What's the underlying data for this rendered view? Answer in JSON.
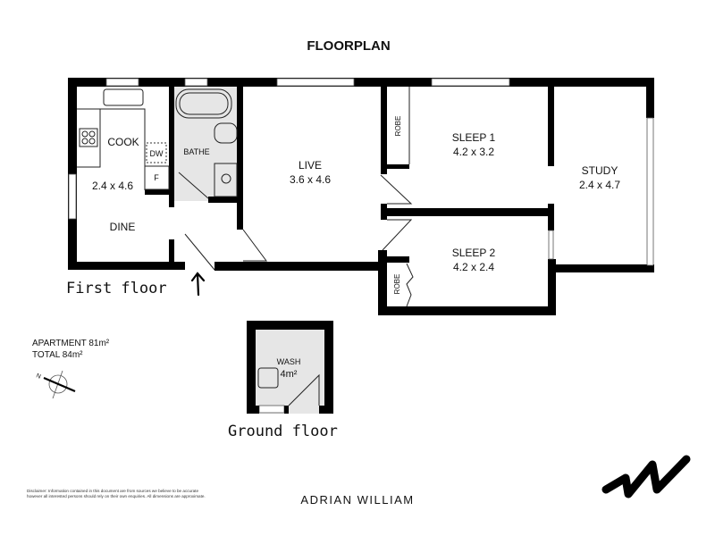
{
  "title": "FLOORPLAN",
  "floors": {
    "first": "First floor",
    "ground": "Ground floor"
  },
  "rooms": {
    "cook": {
      "name": "COOK",
      "size": "2.4 x 4.6"
    },
    "dine": {
      "name": "DINE"
    },
    "dw": "DW",
    "fridge": "F",
    "bathe": {
      "name": "BATHE"
    },
    "live": {
      "name": "LIVE",
      "size": "3.6 x 4.6"
    },
    "sleep1": {
      "name": "SLEEP 1",
      "size": "4.2 x 3.2"
    },
    "sleep2": {
      "name": "SLEEP 2",
      "size": "4.2 x 2.4"
    },
    "study": {
      "name": "STUDY",
      "size": "2.4 x 4.7"
    },
    "robe1": "ROBE",
    "robe2": "ROBE",
    "wash": {
      "name": "WASH",
      "size": "4m²"
    }
  },
  "areas": {
    "apartment": "APARTMENT 81m²",
    "total": "TOTAL  84m²"
  },
  "compass": "N",
  "disclaimer": "Disclaimer: Information contained in this document are from sources we believe to be accurate however all interested persons should rely on their own enquiries. All dimensions are approximate.",
  "agency": "ADRIAN WILLIAM",
  "colors": {
    "wall": "#000000",
    "wet_area": "#e6e6e6"
  }
}
